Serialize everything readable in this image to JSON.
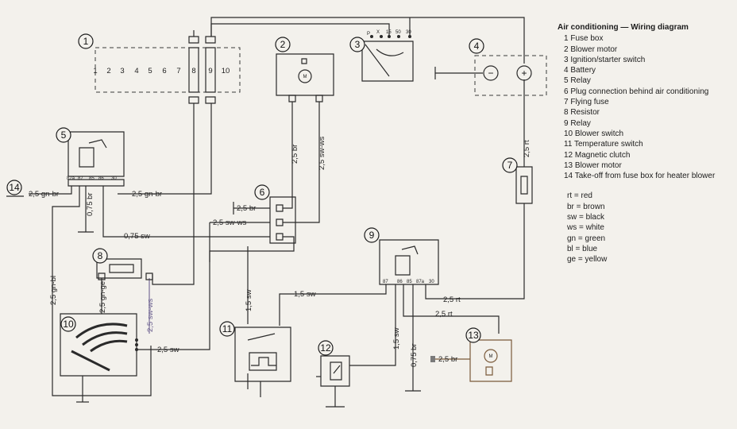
{
  "legend": {
    "title": "Air conditioning — Wiring diagram",
    "items": [
      "1 Fuse box",
      "2 Blower motor",
      "3 Ignition/starter switch",
      "4 Battery",
      "5 Relay",
      "6 Plug connection behind air conditioning",
      "7 Flying fuse",
      "8 Resistor",
      "9 Relay",
      "10 Blower switch",
      "11 Temperature switch",
      "12 Magnetic clutch",
      "13 Blower motor",
      "14 Take-off from fuse box for heater blower"
    ],
    "colors": [
      "rt = red",
      "br = brown",
      "sw = black",
      "ws = white",
      "gn = green",
      "bl = blue",
      "ge = yellow"
    ]
  },
  "components": [
    "1",
    "2",
    "3",
    "4",
    "5",
    "6",
    "7",
    "8",
    "9",
    "10",
    "11",
    "12",
    "13",
    "14"
  ],
  "fuses": [
    "1",
    "2",
    "3",
    "4",
    "5",
    "6",
    "7",
    "8",
    "9",
    "10"
  ],
  "wires": {
    "w1": "2,5 gn-br",
    "w2": "2,5 gn-br",
    "w3": "0,75 br",
    "w4": "0,75 sw",
    "w5": "2,5 br",
    "w6": "2,5 sw-ws",
    "w7": "2,5 br",
    "w8": "2,5 sw-ws",
    "w9": "2,5 rt",
    "w10": "2,5 gn-bl",
    "w11": "2,5 gn-ge",
    "w12": "2,5 sw-ws",
    "w13": "2,5 sw",
    "w14": "1,5 sw",
    "w15": "1,5 sw",
    "w16": "2,5 rt",
    "w17": "2,5 rt",
    "w18": "1,5 sw",
    "w19": "0,75 br",
    "w20": "2,5 br"
  },
  "terminals": {
    "relay5": [
      "87a",
      "87",
      "85",
      "86",
      "30"
    ],
    "relay9": [
      "87",
      "86",
      "85",
      "87a",
      "30"
    ],
    "ignition": [
      "P",
      "X",
      "15",
      "50",
      "30"
    ]
  },
  "battery": {
    "minus": "−",
    "plus": "+"
  }
}
